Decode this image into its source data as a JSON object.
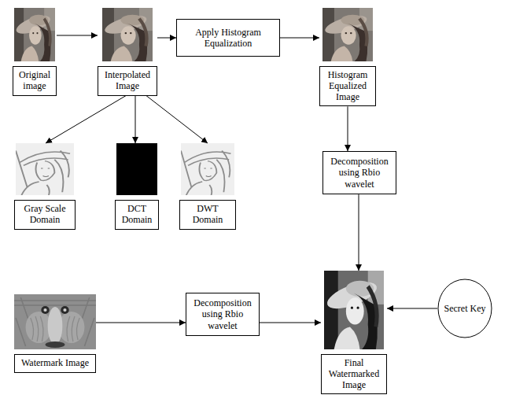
{
  "diagram": {
    "nodes": [
      {
        "text": [
          "Original image"
        ]
      },
      {
        "text": [
          "Interpolated Image"
        ]
      },
      {
        "text": [
          "Apply Histogram Equalization"
        ]
      },
      {
        "text": [
          "Histogram Equalized Image"
        ]
      },
      {
        "text": [
          "Gray Scale Domain"
        ]
      },
      {
        "text": [
          "DCT Domain"
        ]
      },
      {
        "text": [
          "DWT Domain"
        ]
      },
      {
        "text": [
          "Decomposition using Rbio wavelet"
        ]
      },
      {
        "text": [
          "Watermark Image"
        ]
      },
      {
        "text": [
          "Decomposition using Rbio wavelet"
        ]
      },
      {
        "text": [
          "Final Watermarked Image"
        ]
      },
      {
        "text": [
          "Secret Key"
        ]
      }
    ],
    "edges": [
      {
        "from": 0,
        "to": 1,
        "arrow": "to"
      },
      {
        "from": 1,
        "to": 2,
        "arrow": "to"
      },
      {
        "from": 2,
        "to": 3,
        "arrow": "to"
      },
      {
        "from": 1,
        "to": 4,
        "arrow": "to"
      },
      {
        "from": 1,
        "to": 5,
        "arrow": "to"
      },
      {
        "from": 1,
        "to": 6,
        "arrow": "to"
      },
      {
        "from": 3,
        "to": 7,
        "arrow": "to"
      },
      {
        "from": 7,
        "to": 10,
        "arrow": "to"
      },
      {
        "from": 8,
        "to": 9,
        "arrow": "to"
      },
      {
        "from": 9,
        "to": 10,
        "arrow": "to"
      },
      {
        "from": 11,
        "to": 10,
        "arrow": "to"
      }
    ]
  }
}
